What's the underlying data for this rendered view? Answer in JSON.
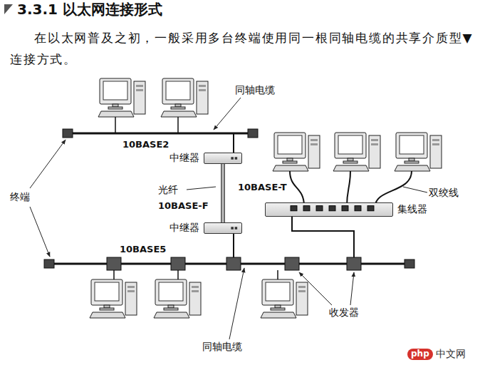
{
  "diagram": {
    "title": "3.3.1 以太网连接形式",
    "nodes": [
      {
        "text": [
          "中继器"
        ]
      },
      {
        "text": [
          "中继器"
        ]
      },
      {
        "text": [
          "集线器"
        ]
      }
    ],
    "edges": [
      {
        "from": 0,
        "to": 1,
        "arrow": "none"
      }
    ],
    "labels": [
      "在以太网普及之初，一般采用多台终端使用同一根同轴电缆的共享介质型▼连接方式。",
      "同轴电缆",
      "10BASE2",
      "光纤",
      "10BASE-F",
      "终端",
      "10BASE-T",
      "双绞线",
      "10BASE5",
      "收发器",
      "同轴电缆",
      "php",
      "中文网"
    ]
  }
}
